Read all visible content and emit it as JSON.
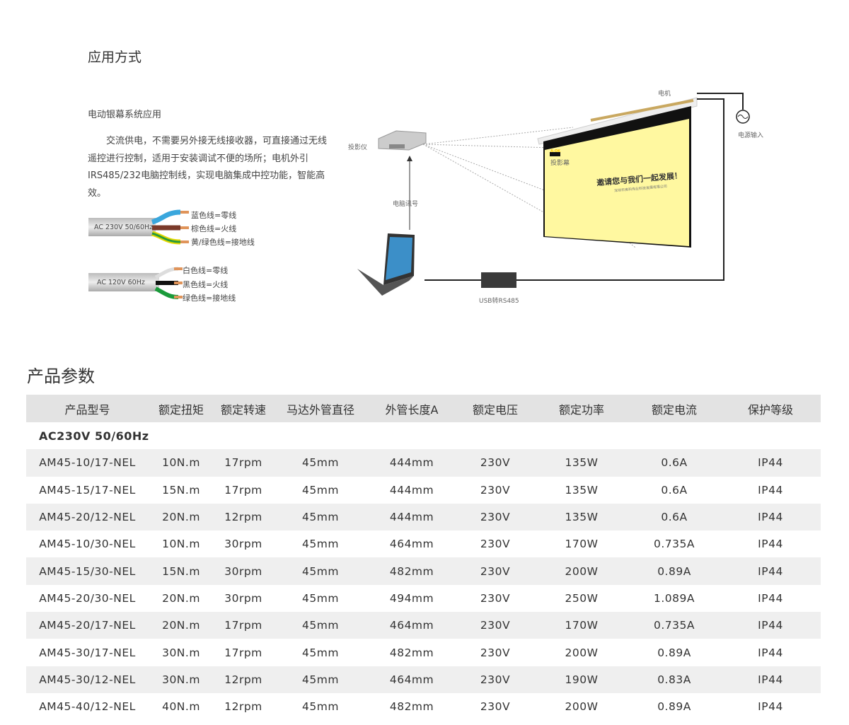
{
  "application": {
    "title": "应用方式",
    "subtitle": "电动银幕系统应用",
    "description": "交流供电，不需要另外接无线接收器，可直接通过无线遥控进行控制，适用于安装调试不便的场所；电机外引IRS485/232电脑控制线，实现电脑集成中控功能，智能高效。",
    "cable_230": {
      "label": "AC 230V 50/60Hz",
      "wires": [
        "蓝色线=零线",
        "棕色线=火线",
        "黄/绿色线=接地线"
      ]
    },
    "cable_120": {
      "label": "AC 120V 60Hz",
      "wires": [
        "白色线=零线",
        "黑色线=火线",
        "绿色线=接地线"
      ]
    },
    "diagram": {
      "motor": "电机",
      "power_input": "电源输入",
      "projector": "投影仪",
      "screen": "投影幕",
      "pc_signal": "电脑讯号",
      "converter": "USB转RS485",
      "screen_logo": "A-OK",
      "screen_slogan": "邀请您与我们一起发展！",
      "screen_company": "深圳市奥科伟业科技发展有限公司"
    }
  },
  "params": {
    "title": "产品参数",
    "headers": [
      "产品型号",
      "额定扭矩",
      "额定转速",
      "马达外管直径",
      "外管长度A",
      "额定电压",
      "额定功率",
      "额定电流",
      "保护等级"
    ],
    "group": "AC230V 50/60Hz",
    "rows": [
      [
        "AM45-10/17-NEL",
        "10N.m",
        "17rpm",
        "45mm",
        "444mm",
        "230V",
        "135W",
        "0.6A",
        "IP44"
      ],
      [
        "AM45-15/17-NEL",
        "15N.m",
        "17rpm",
        "45mm",
        "444mm",
        "230V",
        "135W",
        "0.6A",
        "IP44"
      ],
      [
        "AM45-20/12-NEL",
        "20N.m",
        "12rpm",
        "45mm",
        "444mm",
        "230V",
        "135W",
        "0.6A",
        "IP44"
      ],
      [
        "AM45-10/30-NEL",
        "10N.m",
        "30rpm",
        "45mm",
        "464mm",
        "230V",
        "170W",
        "0.735A",
        "IP44"
      ],
      [
        "AM45-15/30-NEL",
        "15N.m",
        "30rpm",
        "45mm",
        "482mm",
        "230V",
        "200W",
        "0.89A",
        "IP44"
      ],
      [
        "AM45-20/30-NEL",
        "20N.m",
        "30rpm",
        "45mm",
        "494mm",
        "230V",
        "250W",
        "1.089A",
        "IP44"
      ],
      [
        "AM45-20/17-NEL",
        "20N.m",
        "17rpm",
        "45mm",
        "464mm",
        "230V",
        "170W",
        "0.735A",
        "IP44"
      ],
      [
        "AM45-30/17-NEL",
        "30N.m",
        "17rpm",
        "45mm",
        "482mm",
        "230V",
        "200W",
        "0.89A",
        "IP44"
      ],
      [
        "AM45-30/12-NEL",
        "30N.m",
        "12rpm",
        "45mm",
        "464mm",
        "230V",
        "190W",
        "0.83A",
        "IP44"
      ],
      [
        "AM45-40/12-NEL",
        "40N.m",
        "12rpm",
        "45mm",
        "482mm",
        "230V",
        "200W",
        "0.89A",
        "IP44"
      ]
    ]
  }
}
